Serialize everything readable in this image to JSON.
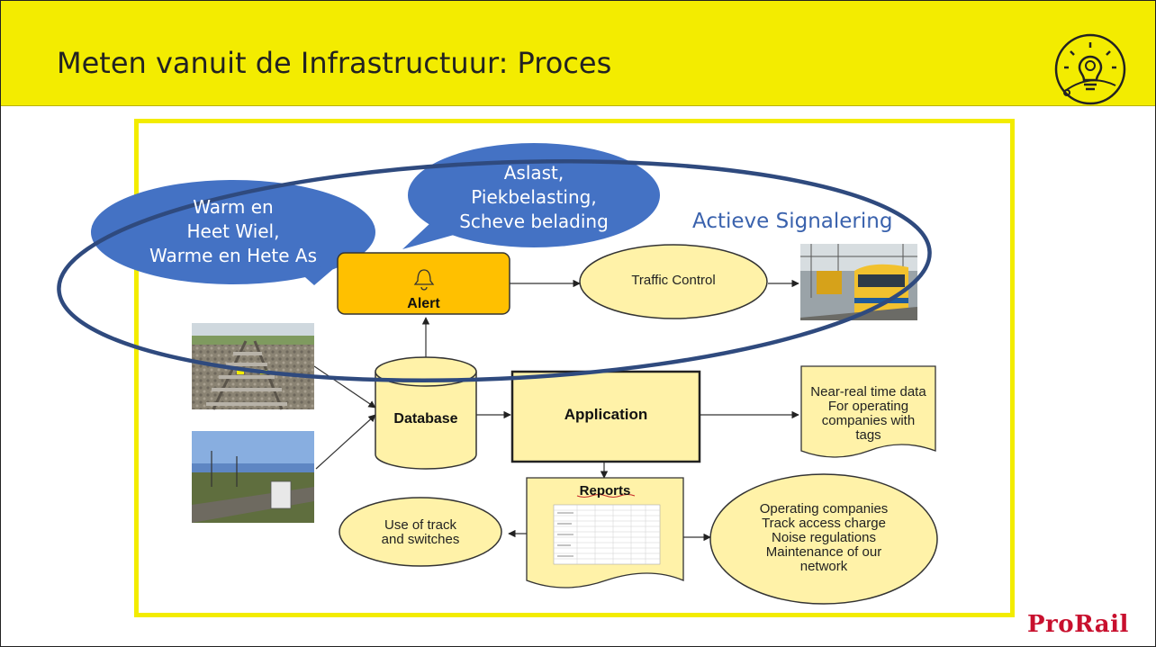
{
  "slide": {
    "title": "Meten vanuit de Infrastructuur: Proces",
    "brand": "ProRail",
    "icon": "lightbulb-gear-icon"
  },
  "diagram": {
    "callouts": {
      "wheel": [
        "Warm en",
        "Heet Wiel,",
        "Warme en Hete As"
      ],
      "load": [
        "Aslast,",
        "Piekbelasting,",
        "Scheve belading"
      ]
    },
    "active_label": "Actieve Signalering",
    "nodes": {
      "alert": "Alert",
      "traffic_control": "Traffic Control",
      "database": "Database",
      "application": "Application",
      "near_real_time": [
        "Near-real time data",
        "For operating",
        "companies with",
        "tags"
      ],
      "reports": "Reports",
      "use_of_track": [
        "Use of track",
        "and switches"
      ],
      "operating": [
        "Operating companies",
        "Track access charge",
        "Noise regulations",
        "Maintenance of our",
        "network"
      ]
    },
    "colors": {
      "header": "#f3ec00",
      "bubble": "#4472c4",
      "ellipse_outline": "#2f4a7e",
      "alert_box": "#ffc000",
      "node_fill": "#fff2a8",
      "accent_text": "#3a62ad",
      "brand": "#c8102e"
    }
  }
}
